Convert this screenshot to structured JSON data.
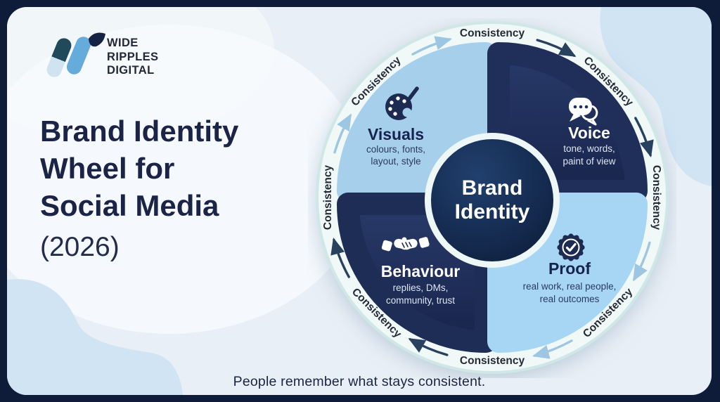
{
  "brand": {
    "logo_lines": [
      "WIDE",
      "RIPPLES",
      "DIGITAL"
    ]
  },
  "title": {
    "lines": [
      "Brand Identity",
      "Wheel for",
      "Social Media"
    ],
    "year": "(2026)"
  },
  "wheel": {
    "center": {
      "line1": "Brand",
      "line2": "Identity"
    },
    "ring_label": "Consistency",
    "ring_label_count": 8,
    "quadrants": [
      {
        "id": "visuals",
        "label": "Visuals",
        "subtitle": [
          "colours, fonts,",
          "layout, style"
        ],
        "icon": "palette-icon",
        "theme": "light"
      },
      {
        "id": "voice",
        "label": "Voice",
        "subtitle": [
          "tone, words,",
          "paint of view"
        ],
        "icon": "chat-bubbles-icon",
        "theme": "dark"
      },
      {
        "id": "behaviour",
        "label": "Behaviour",
        "subtitle": [
          "replies, DMs,",
          "community, trust"
        ],
        "icon": "handshake-icon",
        "theme": "dark"
      },
      {
        "id": "proof",
        "label": "Proof",
        "subtitle": [
          "real work, real people,",
          "real outcomes"
        ],
        "icon": "verified-badge-icon",
        "theme": "light"
      }
    ]
  },
  "tagline": "People remember what stays consistent.",
  "colors": {
    "frame": "#0e1c3a",
    "card_bg": "#e9eff6",
    "blob": "#d0e4f4",
    "quadrant_light_visuals": "#a6cfeb",
    "quadrant_light_proof": "#a6d6f3",
    "quadrant_dark": "#1e2e57",
    "center_circle": "#0f2040",
    "ring": "#f1f8f8",
    "arrow_dark": "#27415f",
    "arrow_light": "#9cc6e2",
    "title_text": "#1b2346",
    "ring_label_text": "#252b36",
    "logo_bar_teal": "#20495a",
    "logo_bar_light": "#cfe3f1",
    "logo_bar_blue": "#65abdb"
  }
}
